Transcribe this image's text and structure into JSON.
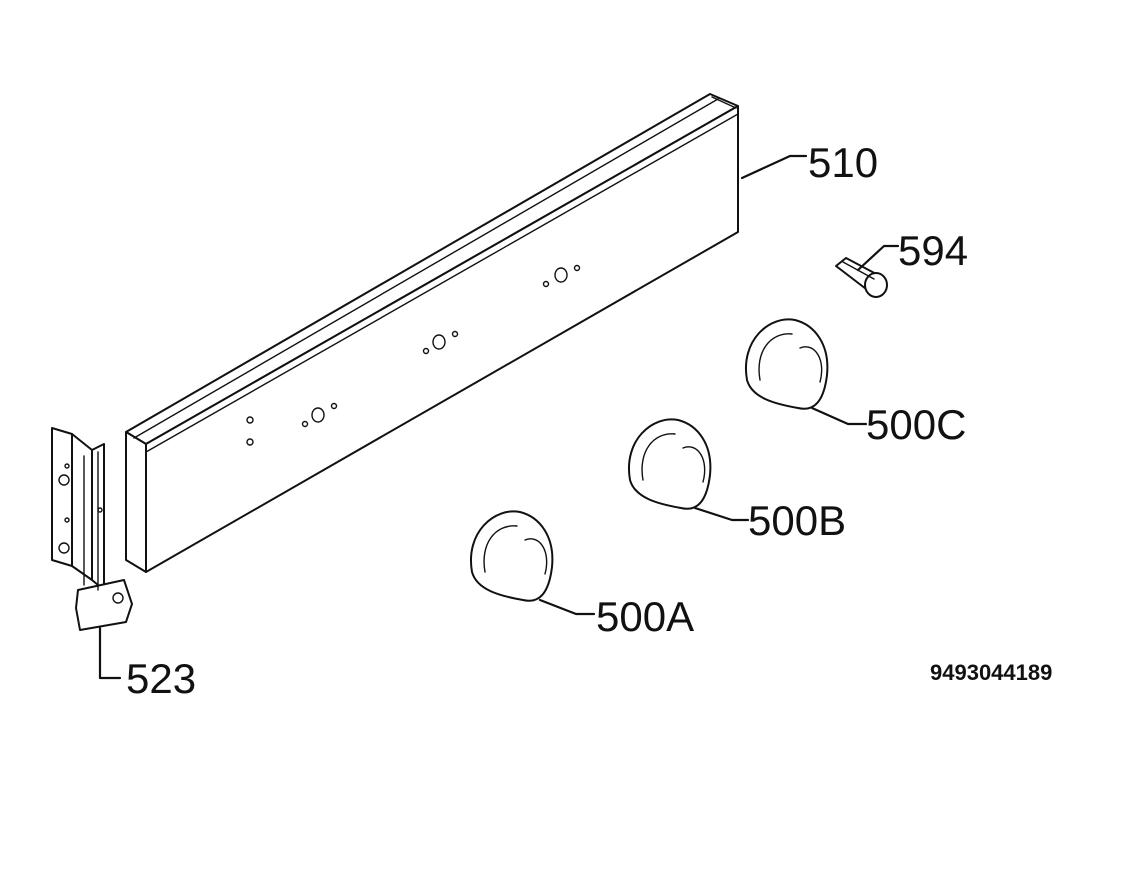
{
  "diagram": {
    "callouts": {
      "panel": "510",
      "bulb": "594",
      "knob_c": "500C",
      "knob_b": "500B",
      "knob_a": "500A",
      "bracket": "523"
    },
    "drawing_number": "9493044189"
  }
}
